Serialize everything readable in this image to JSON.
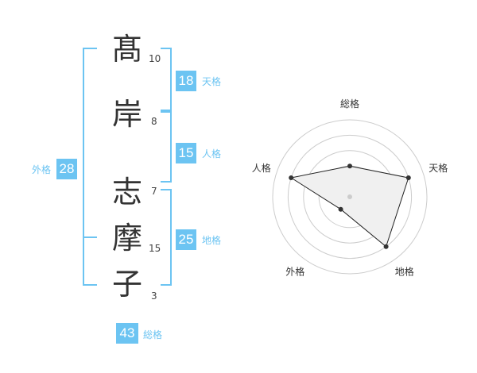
{
  "name_chars": [
    {
      "char": "髙",
      "strokes": "10"
    },
    {
      "char": "岸",
      "strokes": "8"
    },
    {
      "char": "志",
      "strokes": "7"
    },
    {
      "char": "摩",
      "strokes": "15"
    },
    {
      "char": "子",
      "strokes": "3"
    }
  ],
  "fortunes": {
    "tenkaku": {
      "value": "18",
      "label": "天格"
    },
    "jinkaku": {
      "value": "15",
      "label": "人格"
    },
    "chikaku": {
      "value": "25",
      "label": "地格"
    },
    "gaikaku": {
      "value": "28",
      "label": "外格"
    },
    "soukaku": {
      "value": "43",
      "label": "総格"
    }
  },
  "colors": {
    "accent": "#6cc4f2",
    "text": "#333333",
    "radar_fill": "#f0f0f0",
    "ring": "#cccccc"
  },
  "chart_data": {
    "type": "radar",
    "axes": [
      "総格",
      "天格",
      "地格",
      "外格",
      "人格"
    ],
    "values": [
      2,
      4,
      4,
      1,
      4
    ],
    "max": 5
  }
}
